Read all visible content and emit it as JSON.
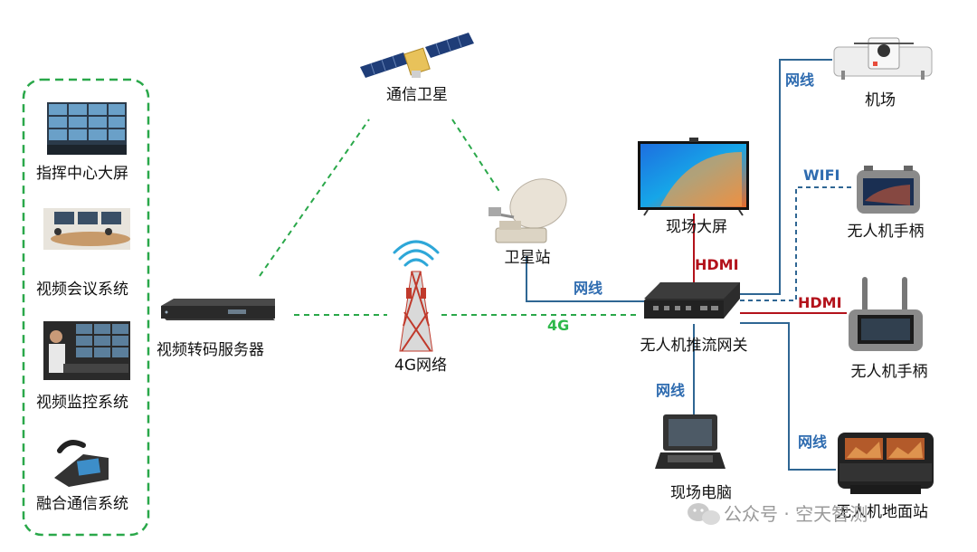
{
  "left_panel": {
    "items": [
      {
        "label": "指挥中心大屏",
        "icon": "video-wall-icon"
      },
      {
        "label": "视频会议系统",
        "icon": "conference-room-icon"
      },
      {
        "label": "视频监控系统",
        "icon": "monitoring-room-icon"
      },
      {
        "label": "融合通信系统",
        "icon": "desk-phone-icon"
      }
    ]
  },
  "nodes": {
    "transcoder": "视频转码服务器",
    "satellite": "通信卫星",
    "cell_tower": "4G网络",
    "ground_satellite": "卫星站",
    "site_screen": "现场大屏",
    "gateway": "无人机推流网关",
    "site_pc": "现场电脑",
    "dock": "机场",
    "controller_1": "无人机手柄",
    "controller_2": "无人机手柄",
    "ground_station": "无人机地面站"
  },
  "links": {
    "sat_to_gateway": "网线",
    "hdmi_screen": "HDMI",
    "cellular": "4G",
    "dock": "网线",
    "wifi": "WIFI",
    "hdmi_controller": "HDMI",
    "pc": "网线",
    "ground_station": "网线"
  },
  "colors": {
    "dashed_green": "#2aa84a",
    "cable_blue": "#2f6693",
    "hdmi_red": "#b3121b",
    "label_blue": "#2f6cb0",
    "label_green": "#2db84a"
  },
  "watermark": {
    "text": "公众号 · 空天智测",
    "icon": "wechat-icon"
  }
}
